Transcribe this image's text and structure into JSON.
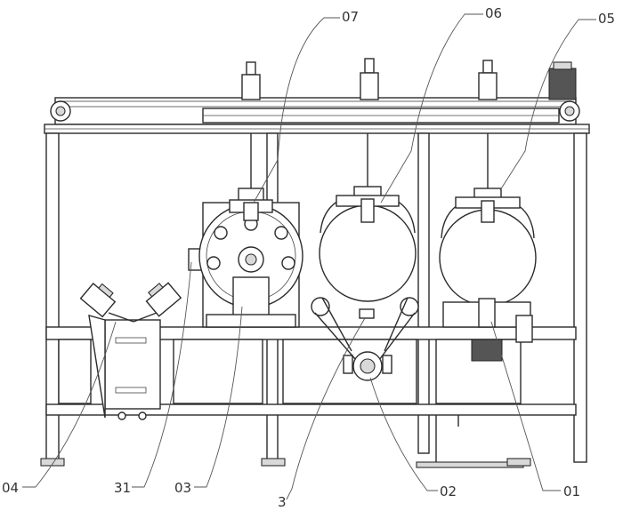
{
  "labels": {
    "l07": "07",
    "l06": "06",
    "l05": "05",
    "l04": "04",
    "l31": "31",
    "l03": "03",
    "l3": "3",
    "l02": "02",
    "l01": "01"
  }
}
